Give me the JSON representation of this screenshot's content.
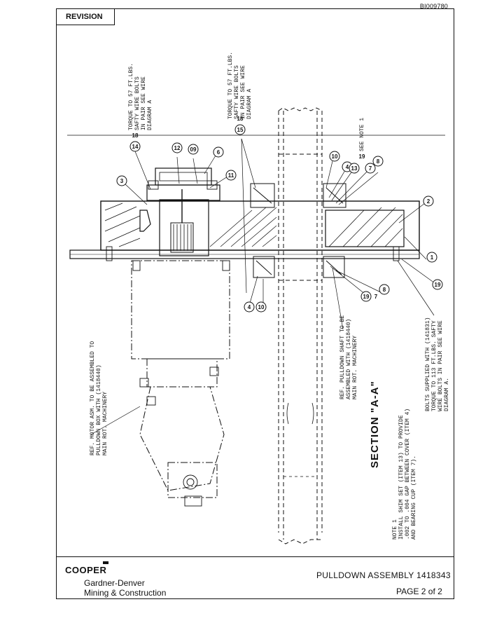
{
  "doc_id": "BI009780",
  "revision_label": "REVISION",
  "brand": "COOPER",
  "company_line1": "Gardner-Denver",
  "company_line2": "Mining & Construction",
  "drawing_title": "PULLDOWN ASSEMBLY   1418343",
  "page_label": "PAGE 2 of 2",
  "section_title": "SECTION  \"A-A\"",
  "notes": {
    "torque_left": [
      "TORQUE TO 57 FT.LBS.",
      "SAFTY WIRE BOLTS",
      "IN PAIR SEE WIRE",
      "DIAGRAM A"
    ],
    "torque_right": [
      "TORQUE TO 57 FT.LBS.",
      "SAFTY WIRE BOLTS",
      "IN PAIR SEE WIRE",
      "DIAGRAM A"
    ],
    "see_note": "SEE NOTE 1",
    "motor_ref": [
      "REF. MOTOR ASM. TO BE ASSEMBLED TO",
      "PULLDOWN BOX WITH (1418440)",
      "MAIN ROT. MACHINERY"
    ],
    "shaft_ref": [
      "REF. PULLDOWN SHAFT TO BE",
      "ASSEMBLED WITH (1418440)",
      "MAIN ROT. MACHINERY"
    ],
    "bolts_note": [
      "BOLTS SUPPLIED WITH (141831)",
      "TORQUE TO 113 FT.LBS. SAFTY",
      "WIRE BOLTS IN PAIR SEE WIRE",
      "DIAGRAM A."
    ],
    "note1": [
      "NOTE 1",
      "INSTALL SHIM SET (ITEM 13) TO PROVIDE",
      ".002 TO .004 GAP BETWEEN COVER (ITEM 4)",
      "AND BEARING CUP (ITEM 7)."
    ]
  },
  "callouts": {
    "c3": "3",
    "c14": "14",
    "c18a": "18",
    "c12": "12",
    "c09": "09",
    "c6": "6",
    "c11": "11",
    "c15": "15",
    "c18b": "18",
    "c10a": "10",
    "c4a": "4",
    "c13": "13",
    "c19a": "19",
    "c7a": "7",
    "c8a": "8",
    "c2": "2",
    "c1": "1",
    "c19b": "19",
    "c4b": "4",
    "c10b": "10",
    "c19c": "19",
    "c8b": "8",
    "c7b": "7"
  }
}
